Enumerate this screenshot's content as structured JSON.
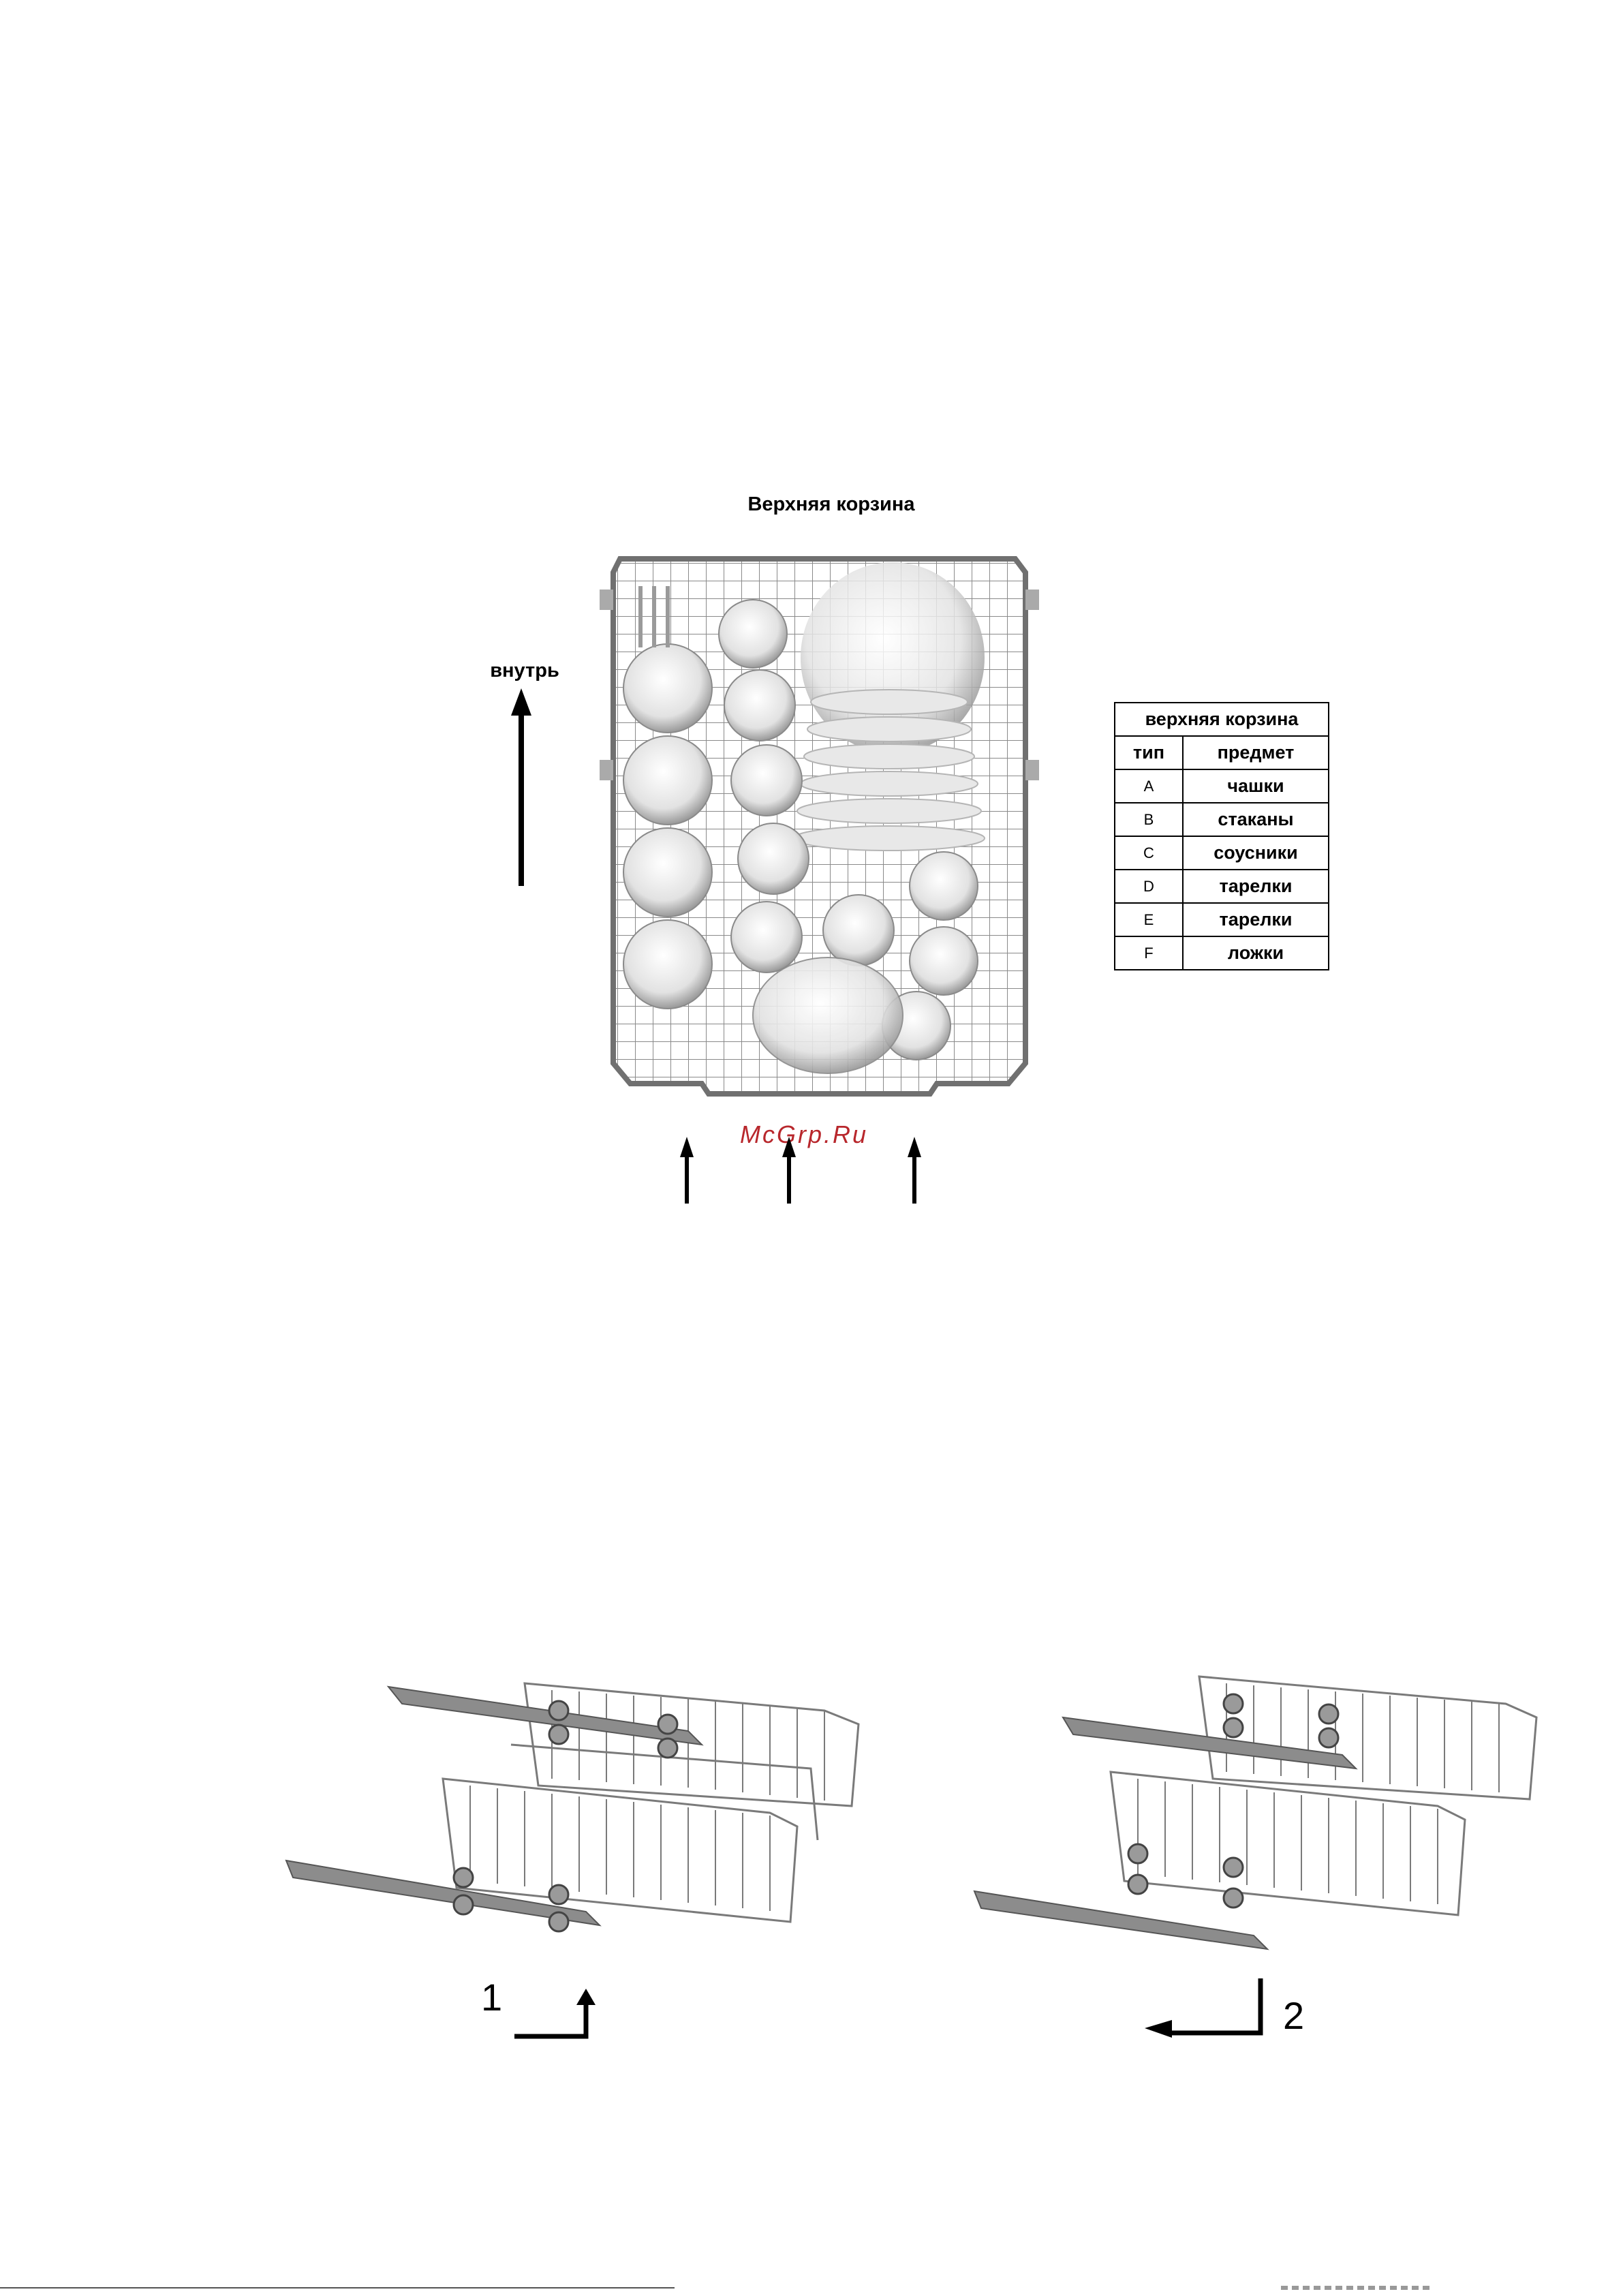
{
  "upper_basket": {
    "title": "Верхняя корзина",
    "inside_label": "внутрь"
  },
  "watermark": "McGrp.Ru",
  "legend": {
    "header": "верхняя корзина",
    "col_type": "тип",
    "col_item": "предмет",
    "rows": [
      {
        "type": "A",
        "item": "чашки"
      },
      {
        "type": "B",
        "item": "стаканы"
      },
      {
        "type": "C",
        "item": "соусники"
      },
      {
        "type": "D",
        "item": "тарелки"
      },
      {
        "type": "E",
        "item": "тарелки"
      },
      {
        "type": "F",
        "item": "ложки"
      }
    ]
  },
  "steps": {
    "step1": "1",
    "step2": "2"
  }
}
